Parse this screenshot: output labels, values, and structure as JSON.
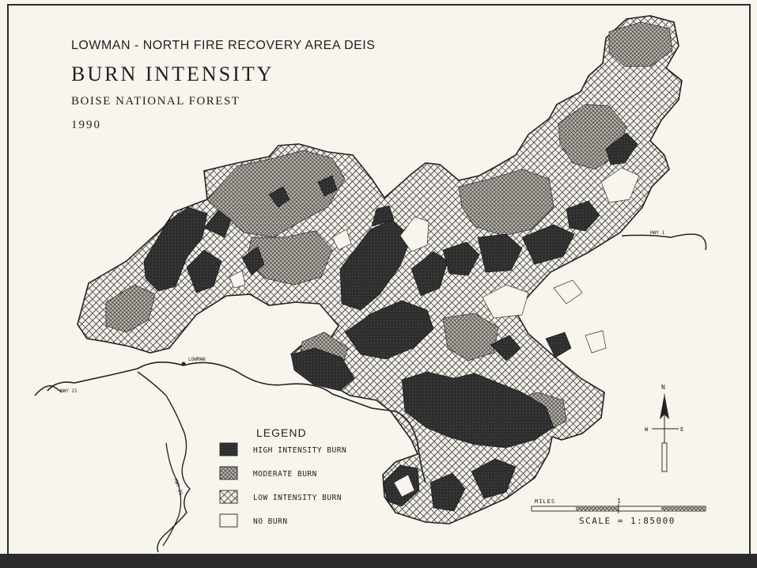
{
  "title": {
    "line1": "LOWMAN - NORTH FIRE RECOVERY AREA DEIS",
    "line2": "BURN INTENSITY",
    "line3": "BOISE NATIONAL FOREST",
    "line4": "1990"
  },
  "legend": {
    "heading": "LEGEND",
    "items": [
      {
        "label": "HIGH INTENSITY BURN",
        "pattern": "high"
      },
      {
        "label": "MODERATE BURN",
        "pattern": "moderate"
      },
      {
        "label": "LOW INTENSITY BURN",
        "pattern": "low"
      },
      {
        "label": "NO BURN",
        "pattern": "none"
      }
    ]
  },
  "scale": {
    "units_label": "MILES",
    "tick_label": "1",
    "text": "SCALE = 1:85000"
  },
  "north_arrow": {
    "n": "N",
    "e": "E",
    "w": "W"
  },
  "roads": {
    "hwy21_label": "HWY 21",
    "hwy21_north_label": "HWY 21",
    "lowman_label": "LOWMAN",
    "hwy1_label": "HWY 1"
  },
  "colors": {
    "paper": "#f7f5ee",
    "ink": "#1f1f1f",
    "high": "#2e2e2e",
    "frame_bottom": "#2b2b2b"
  }
}
